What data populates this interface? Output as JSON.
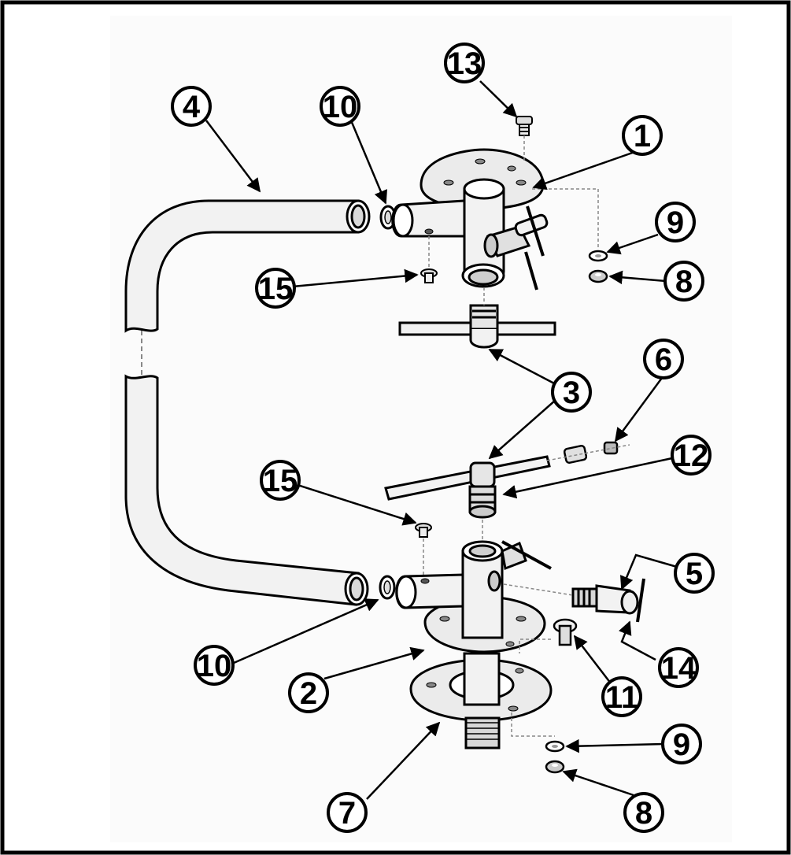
{
  "colors": {
    "background": "#ffffff",
    "panel": "#fbfbfb",
    "line": "#000000",
    "metal_light": "#f2f2f2",
    "metal_mid": "#d9d9d9",
    "metal_dark": "#9a9a9a",
    "leader": "#888888"
  },
  "callouts": [
    {
      "id": "c1",
      "label": "1"
    },
    {
      "id": "c2",
      "label": "2"
    },
    {
      "id": "c3",
      "label": "3"
    },
    {
      "id": "c4",
      "label": "4"
    },
    {
      "id": "c5",
      "label": "5"
    },
    {
      "id": "c6",
      "label": "6"
    },
    {
      "id": "c7",
      "label": "7"
    },
    {
      "id": "c8a",
      "label": "8"
    },
    {
      "id": "c8b",
      "label": "8"
    },
    {
      "id": "c9a",
      "label": "9"
    },
    {
      "id": "c9b",
      "label": "9"
    },
    {
      "id": "c10a",
      "label": "10"
    },
    {
      "id": "c10b",
      "label": "10"
    },
    {
      "id": "c11",
      "label": "11"
    },
    {
      "id": "c12",
      "label": "12"
    },
    {
      "id": "c13",
      "label": "13"
    },
    {
      "id": "c14",
      "label": "14"
    },
    {
      "id": "c15a",
      "label": "15"
    },
    {
      "id": "c15b",
      "label": "15"
    }
  ]
}
